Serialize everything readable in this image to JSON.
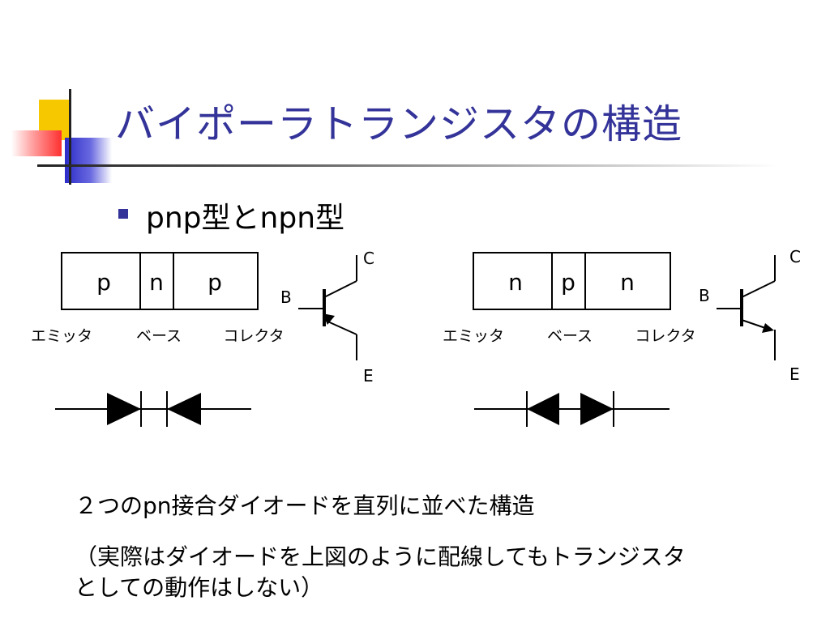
{
  "slide": {
    "title": "バイポーラトランジスタの構造",
    "bullet": "pnp型とnpn型"
  },
  "pnp": {
    "layers": [
      "p",
      "n",
      "p"
    ],
    "region_labels": [
      "エミッタ",
      "ベース",
      "コレクタ"
    ],
    "terminals": {
      "c": "C",
      "b": "B",
      "e": "E"
    }
  },
  "npn": {
    "layers": [
      "n",
      "p",
      "n"
    ],
    "region_labels": [
      "エミッタ",
      "ベース",
      "コレクタ"
    ],
    "terminals": {
      "c": "C",
      "b": "B",
      "e": "E"
    }
  },
  "body": {
    "line1": "２つのpn接合ダイオードを直列に並べた構造",
    "line2": "（実際はダイオードを上図のように配線してもトランジスタ",
    "line3": "としての動作はしない）"
  },
  "colors": {
    "title": "#333399",
    "bullet": "#333399"
  }
}
